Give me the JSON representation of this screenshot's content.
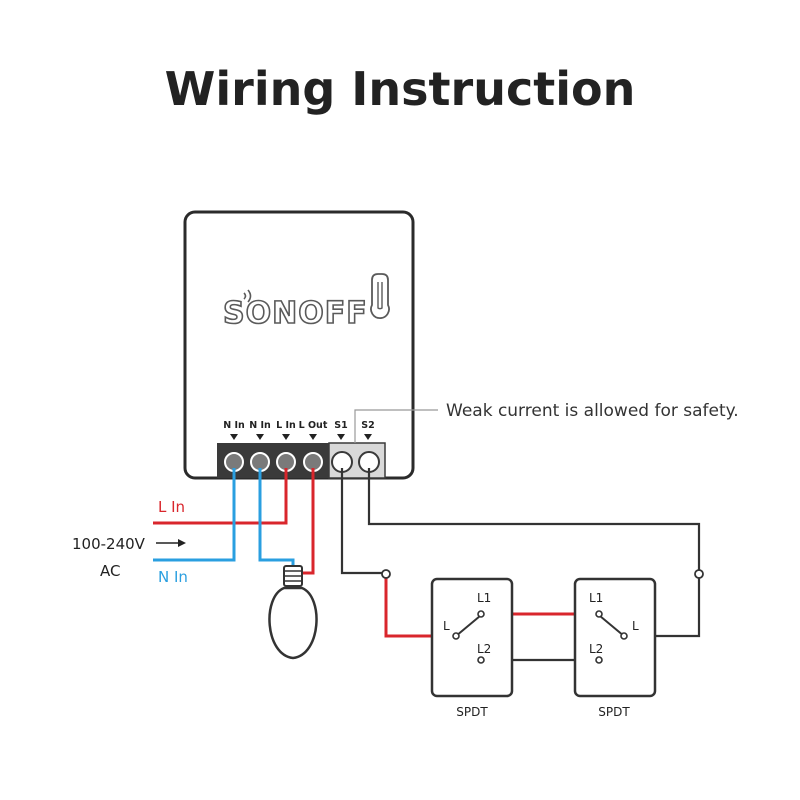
{
  "title": "Wiring Instruction",
  "brand": "SONOFF",
  "terminals": [
    "N In",
    "N In",
    "L In",
    "L Out",
    "S1",
    "S2"
  ],
  "note": "Weak current is allowed for safety.",
  "power": {
    "voltage": "100-240V",
    "ac": "AC",
    "l_in": "L In",
    "n_in": "N In"
  },
  "switches": [
    {
      "label": "SPDT",
      "common": "L",
      "pos1": "L1",
      "pos2": "L2"
    },
    {
      "label": "SPDT",
      "common": "L",
      "pos1": "L1",
      "pos2": "L2"
    }
  ],
  "colors": {
    "live": "#d9262c",
    "neutral": "#2a9fe0",
    "wire": "#333333",
    "text": "#222222"
  },
  "icons": [
    "wifi-icon",
    "hanger-icon",
    "light-bulb-icon",
    "arrow-right-icon"
  ]
}
